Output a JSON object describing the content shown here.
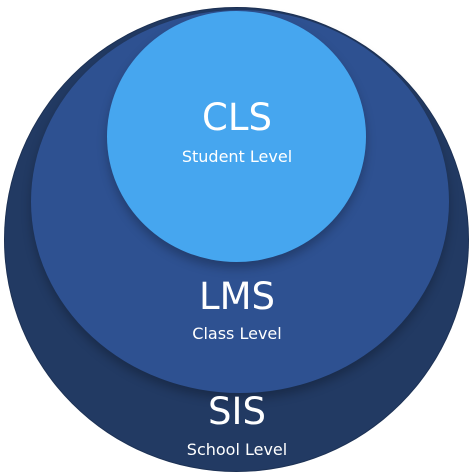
{
  "colors": {
    "school": "#223a63",
    "class": "#2e5191",
    "student": "#46a6ef",
    "text": "#ffffff"
  },
  "levels": [
    {
      "acronym": "CLS",
      "label": "Student Level"
    },
    {
      "acronym": "LMS",
      "label": "Class Level"
    },
    {
      "acronym": "SIS",
      "label": "School Level"
    }
  ]
}
